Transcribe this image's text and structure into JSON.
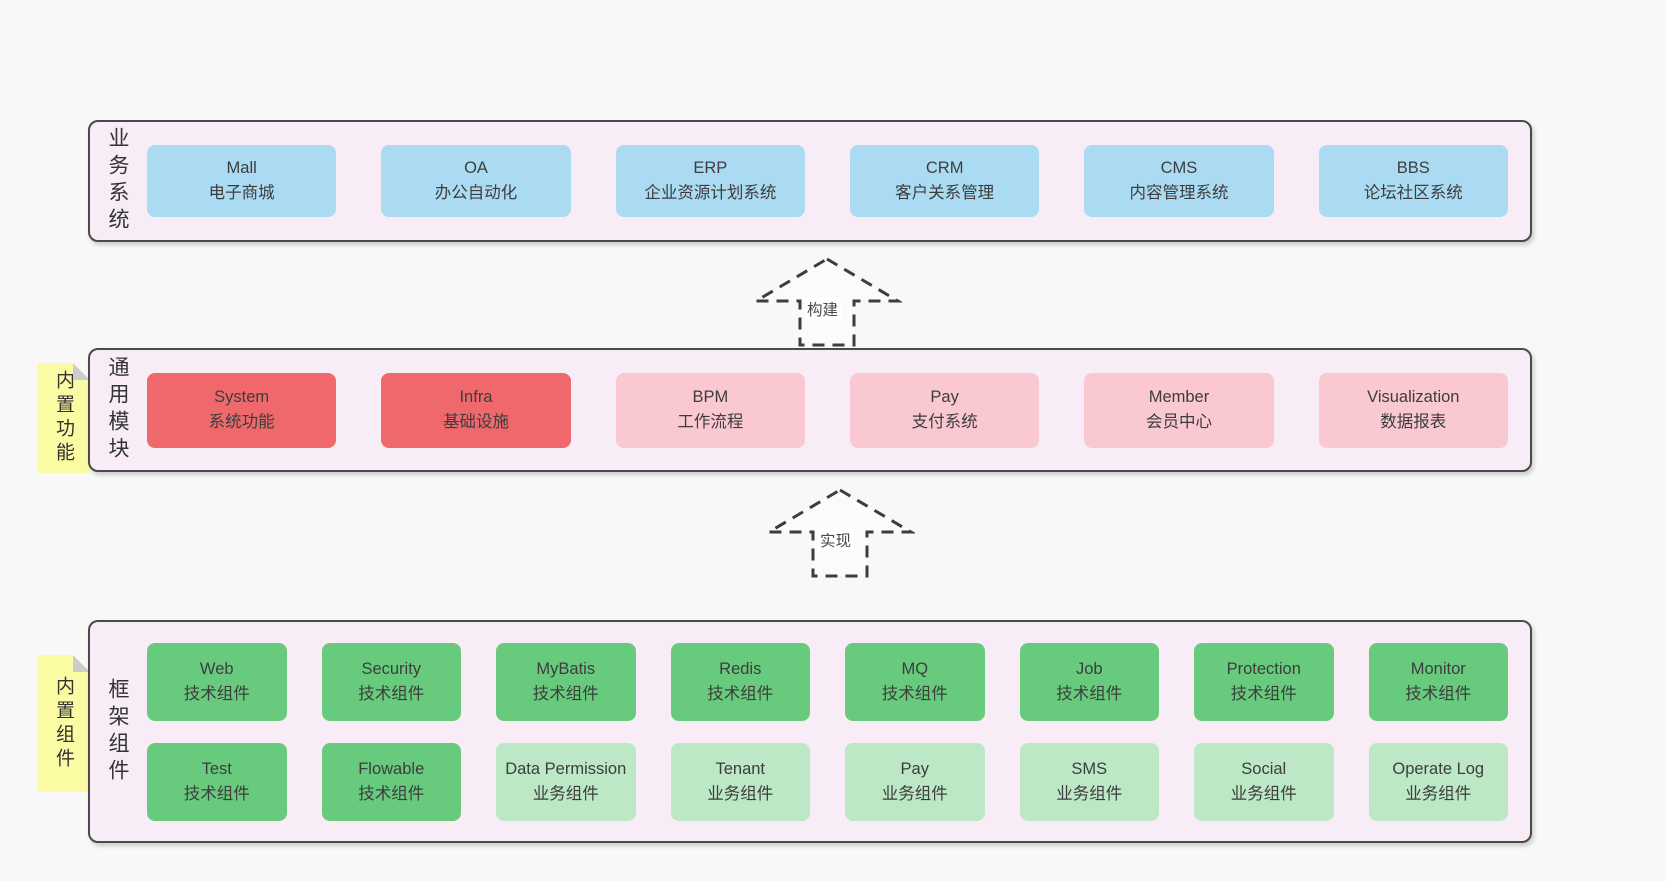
{
  "palette": {
    "page-bg": "#f8f8f8",
    "container-bg": "#f8edf6",
    "container-border": "#4a4a4a",
    "box-blue": "#abdbf2",
    "box-red": "#ef686c",
    "box-pink": "#fac8d1",
    "box-green": "#68ca7d",
    "box-green-light": "#bce8c5",
    "sticky-bg": "#fbfba3",
    "sticky-fold": "#cccccc",
    "text": "#3d3d3d",
    "arrow-stroke": "#3d3d3d"
  },
  "layers": [
    {
      "id": "business-systems",
      "label": "业务系统",
      "rows": [
        [
          {
            "title": "Mall",
            "subtitle": "电子商城",
            "type": "blue"
          },
          {
            "title": "OA",
            "subtitle": "办公自动化",
            "type": "blue"
          },
          {
            "title": "ERP",
            "subtitle": "企业资源计划系统",
            "type": "blue"
          },
          {
            "title": "CRM",
            "subtitle": "客户关系管理",
            "type": "blue"
          },
          {
            "title": "CMS",
            "subtitle": "内容管理系统",
            "type": "blue"
          },
          {
            "title": "BBS",
            "subtitle": "论坛社区系统",
            "type": "blue"
          }
        ]
      ]
    },
    {
      "id": "common-modules",
      "label": "通用模块",
      "sticky": "内置功能",
      "rows": [
        [
          {
            "title": "System",
            "subtitle": "系统功能",
            "type": "red"
          },
          {
            "title": "Infra",
            "subtitle": "基础设施",
            "type": "red"
          },
          {
            "title": "BPM",
            "subtitle": "工作流程",
            "type": "pink"
          },
          {
            "title": "Pay",
            "subtitle": "支付系统",
            "type": "pink"
          },
          {
            "title": "Member",
            "subtitle": "会员中心",
            "type": "pink"
          },
          {
            "title": "Visualization",
            "subtitle": "数据报表",
            "type": "pink"
          }
        ]
      ]
    },
    {
      "id": "framework-components",
      "label": "框架组件",
      "sticky": "内置组件",
      "rows": [
        [
          {
            "title": "Web",
            "subtitle": "技术组件",
            "type": "green"
          },
          {
            "title": "Security",
            "subtitle": "技术组件",
            "type": "green"
          },
          {
            "title": "MyBatis",
            "subtitle": "技术组件",
            "type": "green"
          },
          {
            "title": "Redis",
            "subtitle": "技术组件",
            "type": "green"
          },
          {
            "title": "MQ",
            "subtitle": "技术组件",
            "type": "green"
          },
          {
            "title": "Job",
            "subtitle": "技术组件",
            "type": "green"
          },
          {
            "title": "Protection",
            "subtitle": "技术组件",
            "type": "green"
          },
          {
            "title": "Monitor",
            "subtitle": "技术组件",
            "type": "green"
          }
        ],
        [
          {
            "title": "Test",
            "subtitle": "技术组件",
            "type": "green"
          },
          {
            "title": "Flowable",
            "subtitle": "技术组件",
            "type": "green"
          },
          {
            "title": "Data Permission",
            "subtitle": "业务组件",
            "type": "green-light"
          },
          {
            "title": "Tenant",
            "subtitle": "业务组件",
            "type": "green-light"
          },
          {
            "title": "Pay",
            "subtitle": "业务组件",
            "type": "green-light"
          },
          {
            "title": "SMS",
            "subtitle": "业务组件",
            "type": "green-light"
          },
          {
            "title": "Social",
            "subtitle": "业务组件",
            "type": "green-light"
          },
          {
            "title": "Operate Log",
            "subtitle": "业务组件",
            "type": "green-light"
          }
        ]
      ]
    }
  ],
  "arrows": [
    {
      "label": "构建"
    },
    {
      "label": "实现"
    }
  ]
}
